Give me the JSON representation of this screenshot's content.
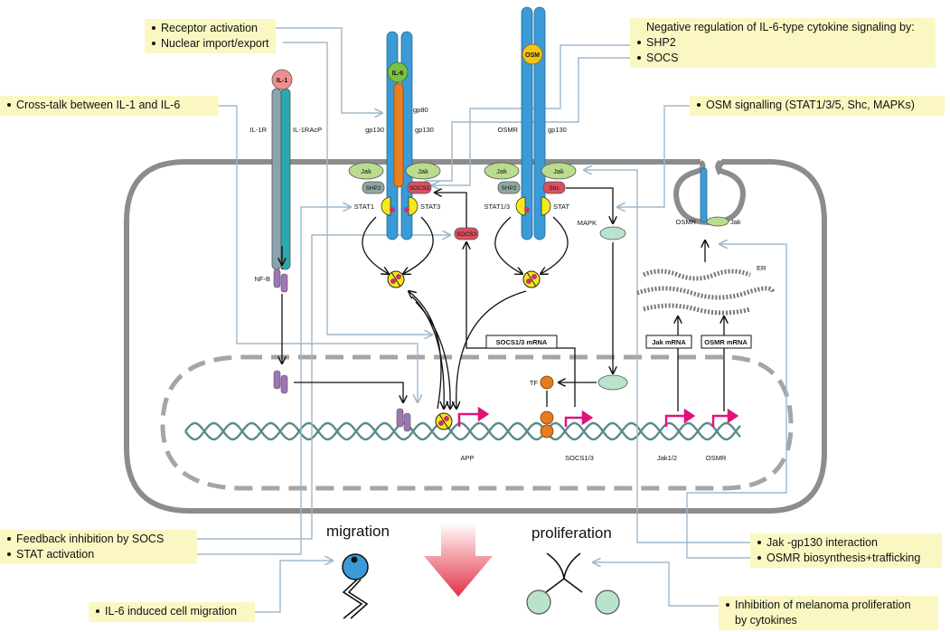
{
  "notes": {
    "receptor_activation": "Receptor activation",
    "nuclear_import_export": "Nuclear import/export",
    "negative_regulation": "Negative regulation of IL-6-type cytokine signaling by:",
    "shp2": "SHP2",
    "socs": "SOCS",
    "crosstalk": "Cross-talk between IL-1 and IL-6",
    "osm_signalling": "OSM signalling (STAT1/3/5, Shc, MAPKs)",
    "feedback_socs": "Feedback inhibition by SOCS",
    "stat_activation": "STAT activation",
    "il6_migration": "IL-6 induced cell migration",
    "jak_gp130": "Jak -gp130 interaction",
    "osmr_biosynthesis": "OSMR biosynthesis+trafficking",
    "inhibition_melanoma_1": "Inhibition of melanoma proliferation",
    "inhibition_melanoma_2": "by cytokines"
  },
  "outcomes": {
    "migration": "migration",
    "proliferation": "proliferation"
  },
  "labels": {
    "il1": "IL-1",
    "il1r": "IL-1R",
    "il1racp": "IL-1RAcP",
    "il6": "IL-6",
    "gp80": "gp80",
    "gp130_a": "gp130",
    "gp130_b": "gp130",
    "osm": "OSM",
    "osmr": "OSMR",
    "gp130_c": "gp130",
    "jak_1": "Jak",
    "jak_2": "Jak",
    "jak_3": "Jak",
    "jak_4": "Jak",
    "shp2_1": "SHP2",
    "socs3_1": "SOCS3",
    "shp2_2": "SHP2",
    "shc": "Shc",
    "stat1": "STAT1",
    "stat3": "STAT3",
    "stat13": "STAT1/3",
    "stat": "STAT",
    "socs3_2": "SOCS3",
    "mapk": "MAPK",
    "nfkb": "NF-B",
    "osmr_er": "OSMR",
    "jak_er": "Jak",
    "er": "ER",
    "socs_mrna": "SOCS1/3 mRNA",
    "jak_mrna": "Jak mRNA",
    "osmr_mrna": "OSMR mRNA",
    "tf": "TF",
    "gene_app": "APP",
    "gene_socs": "SOCS1/3",
    "gene_jak": "Jak1/2",
    "gene_osmr": "OSMR"
  },
  "colors": {
    "note_bg": "#fbf7c3",
    "membrane": "#8c8c8c",
    "receptor_blue": "#3a9bd6",
    "receptor_teal": "#2aa9b0",
    "il1r_gray": "#8aa3b0",
    "jak_green": "#b9dc8e",
    "shp2_gray": "#8fa8a0",
    "socs_red": "#d9505f",
    "stat_yellow": "#f5ea18",
    "phospho_pink": "#c8326e",
    "nfkb_purple": "#9e76b5",
    "tf_orange": "#e87b1e",
    "gene_arrow": "#e0127a",
    "connector": "#9fb8cc",
    "il6_green": "#7ac143",
    "il1_pink": "#ef8e8e",
    "osm_yellow": "#f3c316",
    "mapk_mint": "#b9e3cc"
  }
}
